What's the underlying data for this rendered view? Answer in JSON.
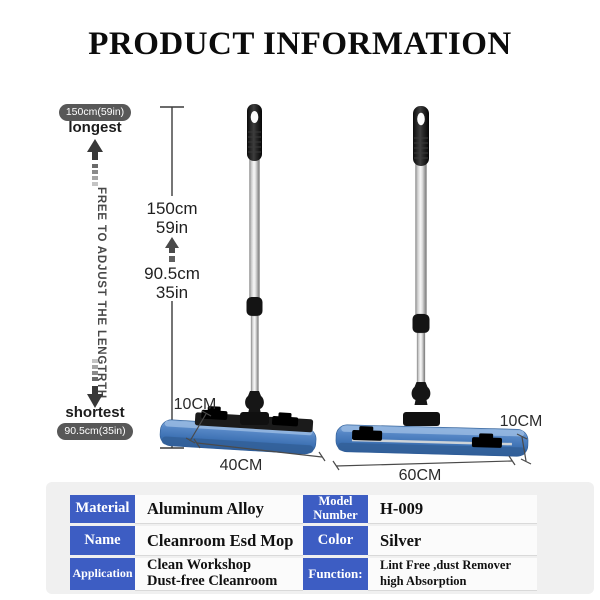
{
  "title": "PRODUCT INFORMATION",
  "adjust_indicator": {
    "longest_badge": "150cm(59in)",
    "longest_label": "longest",
    "free_text": "FREE TO ADJUST THE LENGTRTH",
    "shortest_label": "shortest",
    "shortest_badge": "90.5cm(35in)"
  },
  "length_scale": {
    "max_cm": "150cm",
    "max_in": "59in",
    "min_cm": "90.5cm",
    "min_in": "35in"
  },
  "dimensions": {
    "left_depth": "10CM",
    "left_width": "40CM",
    "right_width": "60CM",
    "right_depth": "10CM"
  },
  "spec_table": {
    "cells": [
      {
        "label": "Material",
        "value": "Aluminum Alloy"
      },
      {
        "label": "Model Number",
        "value": "H-009"
      },
      {
        "label": "Name",
        "value": "Cleanroom Esd Mop"
      },
      {
        "label": "Color",
        "value": "Silver"
      },
      {
        "label": "Application",
        "value": "Clean Workshop\nDust-free Cleanroom"
      },
      {
        "label": "Function:",
        "value": "Lint Free ,dust Remover\nhigh Absorption"
      }
    ]
  },
  "colors": {
    "accent_blue": "#3d5dc3",
    "pad_blue": "#4a7cc0",
    "badge_gray": "#585858",
    "panel_gray": "#f0f0f0"
  }
}
